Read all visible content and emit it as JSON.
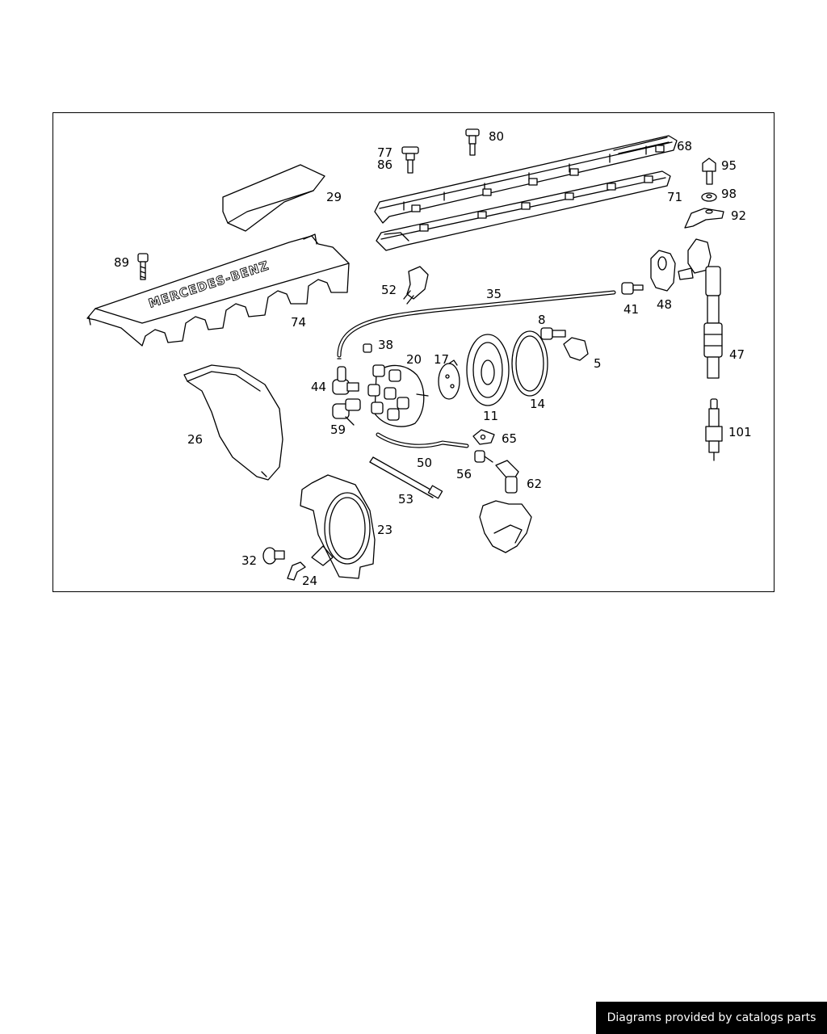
{
  "diagram": {
    "brand_text": "MERCEDES-BENZ",
    "labels": {
      "l80": "80",
      "l77": "77",
      "l86": "86",
      "l68": "68",
      "l95": "95",
      "l29": "29",
      "l71": "71",
      "l98": "98",
      "l92": "92",
      "l89": "89",
      "l52": "52",
      "l35": "35",
      "l41": "41",
      "l48": "48",
      "l74": "74",
      "l8": "8",
      "l38": "38",
      "l20": "20",
      "l17": "17",
      "l5": "5",
      "l47": "47",
      "l44": "44",
      "l14": "14",
      "l11": "11",
      "l59": "59",
      "l101": "101",
      "l26": "26",
      "l65": "65",
      "l50": "50",
      "l56": "56",
      "l62": "62",
      "l53": "53",
      "l23": "23",
      "l32": "32",
      "l24": "24"
    }
  },
  "footer": {
    "text": "Diagrams provided by catalogs parts"
  }
}
